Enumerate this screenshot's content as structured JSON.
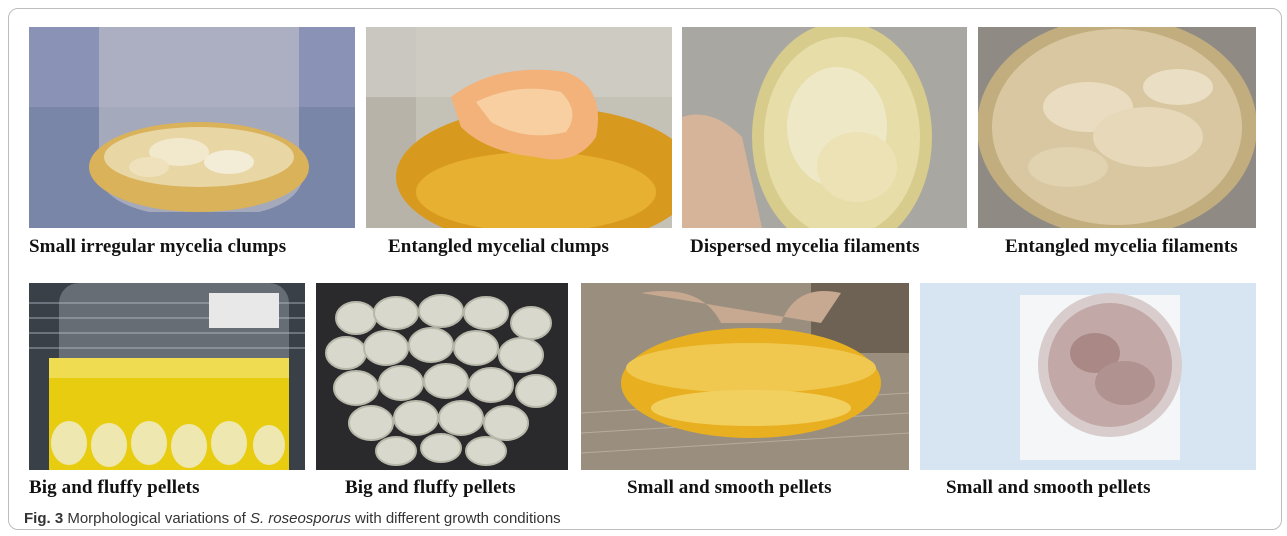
{
  "panels_row1": [
    {
      "label": "Small irregular mycelia clumps"
    },
    {
      "label": "Entangled mycelial clumps"
    },
    {
      "label": "Dispersed mycelia filaments"
    },
    {
      "label": "Entangled mycelia filaments"
    }
  ],
  "panels_row2": [
    {
      "label": "Big and fluffy  pellets"
    },
    {
      "label": "Big and fluffy  pellets"
    },
    {
      "label": "Small and smooth pellets"
    },
    {
      "label": "Small and smooth pellets"
    }
  ],
  "caption": {
    "fig": "Fig. 3",
    "pre": "Morphological variations of ",
    "species": "S. roseosporus",
    "post": " with different growth conditions"
  }
}
